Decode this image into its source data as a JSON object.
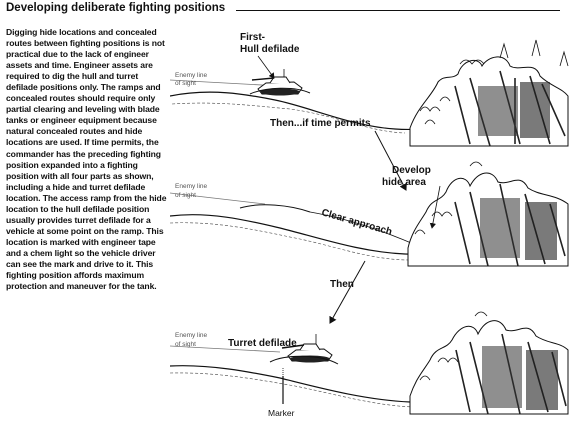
{
  "title": "Developing deliberate fighting positions",
  "body_text": "Digging hide locations and concealed routes between fighting positions is not practical due to the lack of engineer assets and time. Engineer assets are required to dig the hull and turret defilade positions only. The ramps and concealed routes should require only partial clearing and leveling with blade tanks or engineer equipment because natural concealed routes and hide locations are used. If time permits, the commander has the preceding fighting position expanded into a fighting position with all four parts as shown, including a hide and turret defilade location. The access ramp from the hide location to the hull defilade position usually provides turret defilade for a vehicle at some point on the ramp. This location is marked with engineer tape and a chem light so the vehicle driver can see the mark and drive to it. This fighting position affords maximum protection and maneuver for the tank.",
  "figure": {
    "panel1": {
      "label_first": "First-",
      "label_hull": "Hull defilade",
      "los_line1": "Enemy line",
      "los_line2": "of sight",
      "caption": "Then...if time permits"
    },
    "panel2": {
      "label_develop": "Develop",
      "label_hide": "hide area",
      "los_line1": "Enemy line",
      "los_line2": "of sight",
      "label_approach": "Clear approach"
    },
    "arrow_label": "Then",
    "panel3": {
      "label_turret": "Turret defilade",
      "los_line1": "Enemy line",
      "los_line2": "of sight",
      "label_marker": "Marker"
    }
  }
}
